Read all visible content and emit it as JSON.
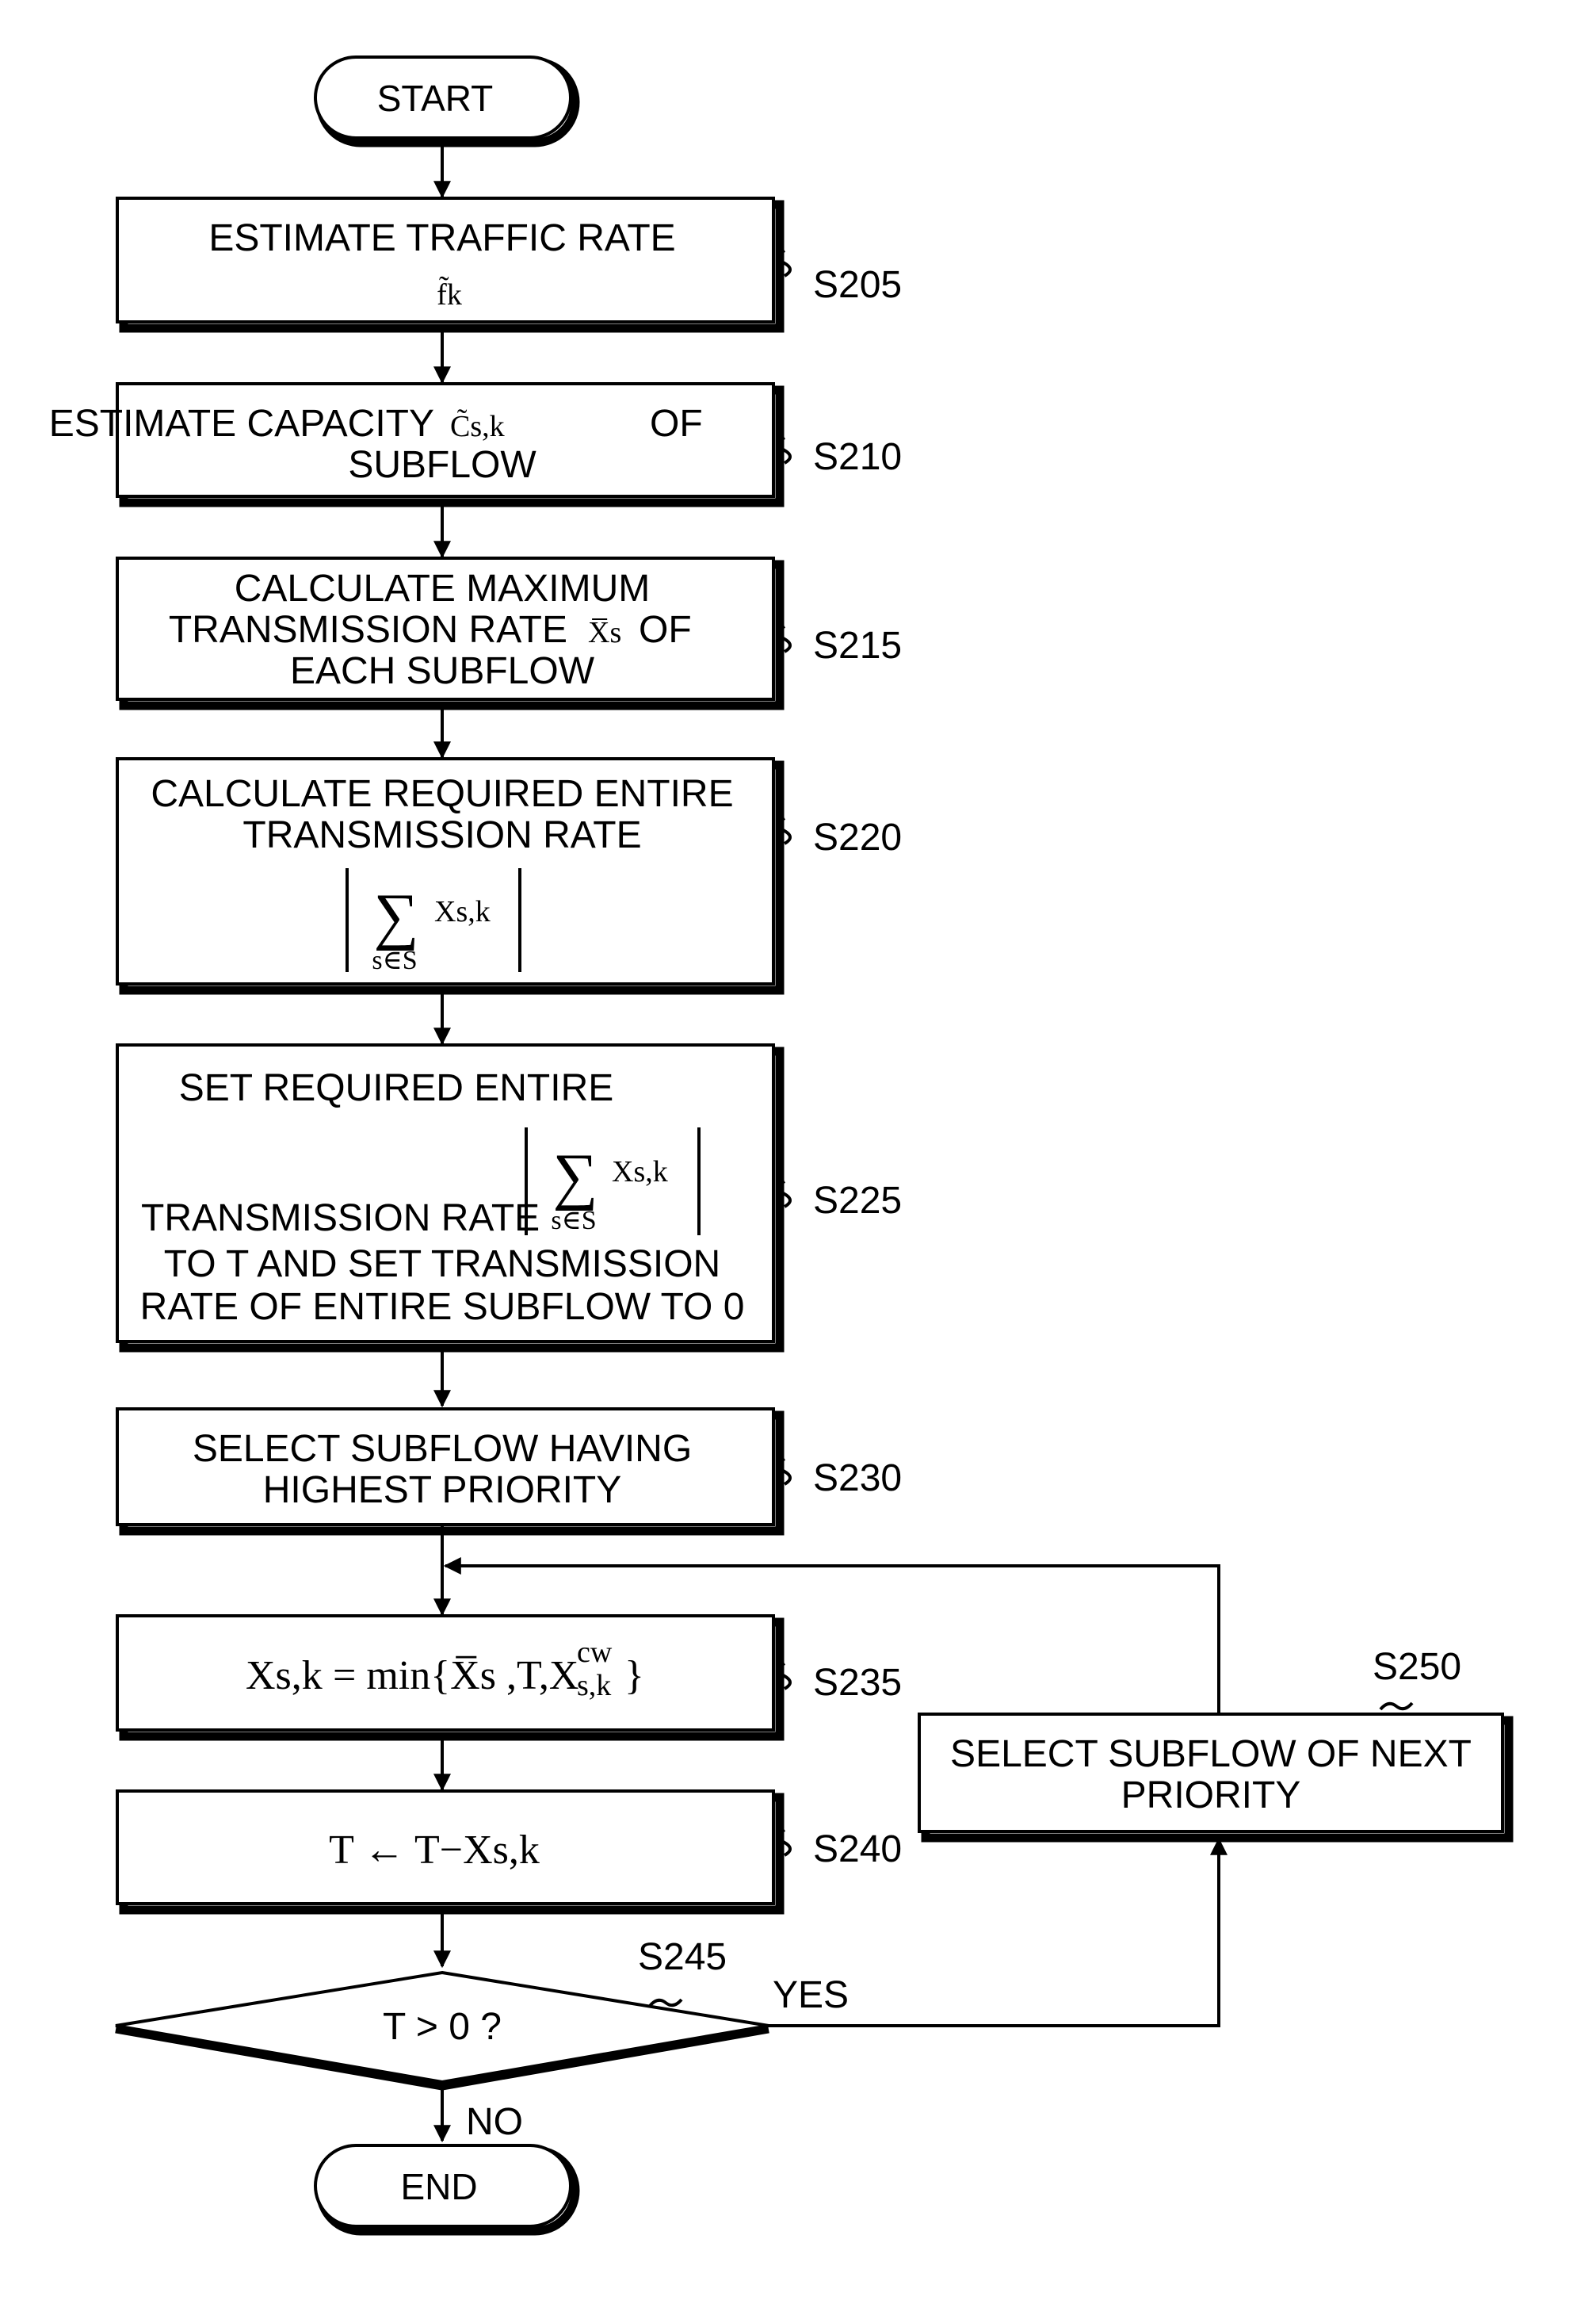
{
  "flowchart": {
    "start": "START",
    "end": "END",
    "steps": {
      "s205": {
        "label": "S205",
        "line1": "ESTIMATE TRAFFIC RATE",
        "math": "f̃k"
      },
      "s210": {
        "label": "S210",
        "line1_pre": "ESTIMATE CAPACITY",
        "math": "C̃s,k",
        "line1_post": "OF",
        "line2": "SUBFLOW"
      },
      "s215": {
        "label": "S215",
        "line1": "CALCULATE MAXIMUM",
        "line2_pre": "TRANSMISSION RATE",
        "math": "X̅s",
        "line2_post": "OF",
        "line3": "EACH SUBFLOW"
      },
      "s220": {
        "label": "S220",
        "line1": "CALCULATE REQUIRED ENTIRE",
        "line2": "TRANSMISSION RATE",
        "math_sum": "∑",
        "math_term": "Xs,k",
        "math_sub": "s∈S"
      },
      "s225": {
        "label": "S225",
        "line1": "SET REQUIRED ENTIRE",
        "line2": "TRANSMISSION RATE",
        "math_sum": "∑",
        "math_term": "Xs,k",
        "math_sub": "s∈S",
        "line3": "TO T AND SET TRANSMISSION",
        "line4": "RATE OF ENTIRE SUBFLOW TO 0"
      },
      "s230": {
        "label": "S230",
        "line1": "SELECT SUBFLOW HAVING",
        "line2": "HIGHEST PRIORITY"
      },
      "s235": {
        "label": "S235",
        "formula_lhs": "Xs,k",
        "formula_rhs": "= min{X̅s ,T,X",
        "formula_sup": "cw",
        "formula_sub": "s,k",
        "formula_close": "}"
      },
      "s240": {
        "label": "S240",
        "formula": "T ← T−Xs,k"
      },
      "s245": {
        "label": "S245",
        "question": "T > 0 ?",
        "yes": "YES",
        "no": "NO"
      },
      "s250": {
        "label": "S250",
        "line1": "SELECT SUBFLOW OF NEXT",
        "line2": "PRIORITY"
      }
    }
  }
}
